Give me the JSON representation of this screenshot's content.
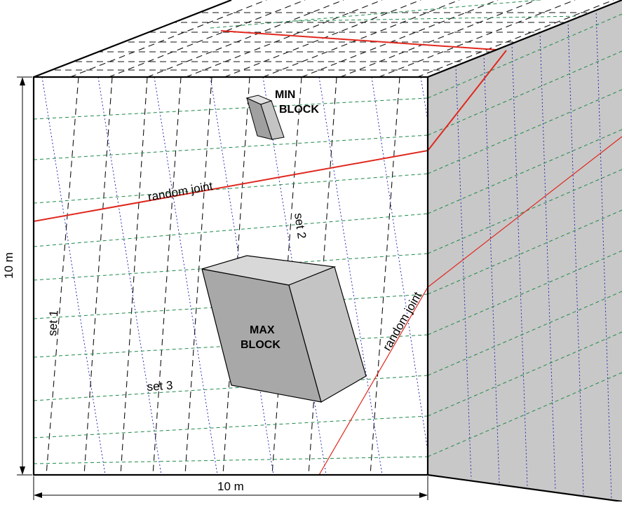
{
  "labels": {
    "set1": "set 1",
    "set2": "set 2",
    "set3": "set 3",
    "random_joint_front": "random joint",
    "random_joint_diag": "random joint",
    "min_block_line1": "MIN",
    "min_block_line2": "BLOCK",
    "max_block_line1": "MAX",
    "max_block_line2": "BLOCK",
    "height_dim": "10 m",
    "width_dim": "10 m"
  },
  "colors": {
    "edge": "#000000",
    "random_joint": "#e0281e",
    "set1": "#111111",
    "set2": "#1a1ab0",
    "set3": "#1f8a4a",
    "side_face": "#c8c8c8",
    "max_block_front": "#a8a8a8",
    "max_block_top": "#d8d8d8",
    "max_block_side": "#c4c4c4"
  }
}
